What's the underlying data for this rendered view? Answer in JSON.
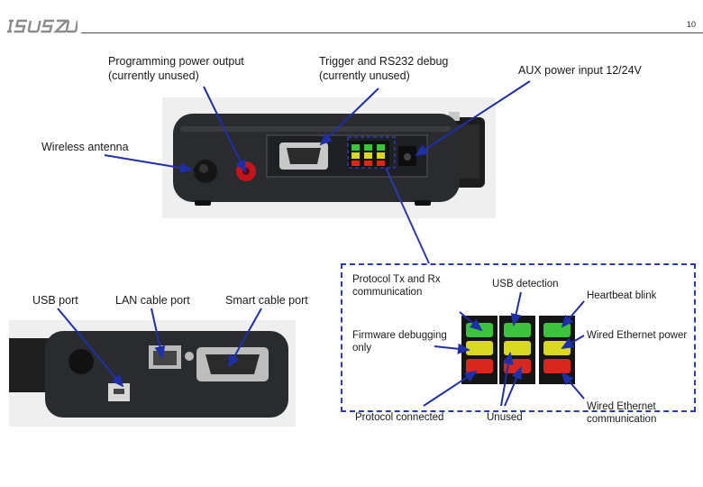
{
  "header": {
    "page_number": "10"
  },
  "top_labels": {
    "programming_power": [
      "Programming power output",
      "(currently unused)"
    ],
    "trigger_rs232": [
      "Trigger and RS232 debug",
      "(currently unused)"
    ],
    "aux_power": "AUX power input 12/24V",
    "wireless_antenna": "Wireless antenna"
  },
  "bottom_labels": {
    "usb_port": "USB port",
    "lan_port": "LAN cable port",
    "smart_cable": "Smart cable port"
  },
  "led_labels": {
    "protocol_txrx": [
      "Protocol Tx and Rx",
      "communication"
    ],
    "usb_detection": "USB detection",
    "heartbeat": "Heartbeat blink",
    "firmware_debug": [
      "Firmware debugging",
      "only"
    ],
    "wired_eth_power": "Wired Ethernet power",
    "protocol_connected": "Protocol connected",
    "unused": "Unused",
    "wired_eth_comm": [
      "Wired Ethernet",
      "communication"
    ]
  },
  "colors": {
    "arrow": "#1f2fa8",
    "led_green": "#3cc23c",
    "led_yellow": "#d8d820",
    "led_red": "#d8281e",
    "device_body": "#2a2b2e"
  }
}
